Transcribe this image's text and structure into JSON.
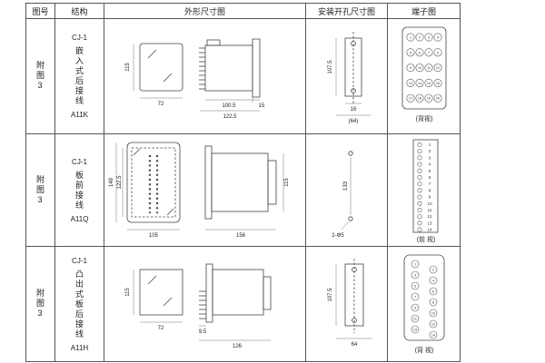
{
  "colors": {
    "line": "#444444",
    "border": "#555555"
  },
  "table": {
    "headers": {
      "fig": "图号",
      "structure": "结构",
      "outline": "外形尺寸图",
      "mounting": "安装开孔尺寸图",
      "terminal": "端子图"
    }
  },
  "rows": [
    {
      "fig": "附图3",
      "series": "CJ-1",
      "structure": "嵌入式后接线",
      "model": "A11K",
      "outline": {
        "height": "115",
        "width": "72",
        "depth_body": "100.5",
        "depth_total": "122.5",
        "flange": "15"
      },
      "mounting": {
        "height": "107.5",
        "slot_width": "16",
        "spacing": "(64)"
      },
      "terminal": {
        "view_label": "(背视)",
        "numbers": [
          1,
          2,
          3,
          4,
          5,
          6,
          7,
          8,
          9,
          10,
          11,
          12,
          13,
          14,
          15,
          16,
          17,
          18,
          19,
          20
        ]
      }
    },
    {
      "fig": "附图3",
      "series": "CJ-1",
      "structure": "板前接线",
      "model": "A11Q",
      "outline": {
        "height": "148",
        "inner_height": "122.5",
        "width": "105",
        "side_length": "156",
        "side_height": "115"
      },
      "mounting": {
        "height": "133",
        "holes": "2-Φ5"
      },
      "terminal": {
        "view_label": "(前 视)",
        "numbers": [
          1,
          2,
          3,
          4,
          5,
          6,
          7,
          8,
          9,
          10,
          11,
          12,
          13,
          14
        ]
      }
    },
    {
      "fig": "附图3",
      "series": "CJ-1",
      "structure": "凸出式板后接线",
      "model": "A11H",
      "outline": {
        "height": "115",
        "width": "72",
        "pin_length": "9.5",
        "length_total": "126"
      },
      "mounting": {
        "height": "107.5",
        "width": "64"
      },
      "terminal": {
        "view_label": "(背 视)",
        "numbers": [
          1,
          2,
          3,
          4,
          5,
          6,
          7,
          8,
          9,
          10,
          11,
          12,
          13,
          14
        ]
      }
    }
  ]
}
